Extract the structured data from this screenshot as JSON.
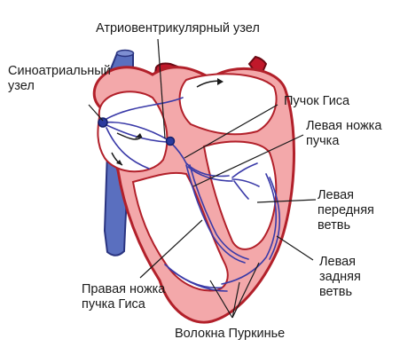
{
  "labels": {
    "av_node": "Атриовентрикулярный узел",
    "sa_node": {
      "line1": "Синоатриальный",
      "line2": "узел"
    },
    "his_bundle": "Пучок Гиса",
    "left_bundle_branch": {
      "line1": "Левая ножка",
      "line2": "пучка"
    },
    "left_anterior_branch": {
      "line1": "Левая",
      "line2": "передняя",
      "line3": "ветвь"
    },
    "left_posterior_branch": {
      "line1": "Левая",
      "line2": "задняя",
      "line3": "ветвь"
    },
    "right_bundle_branch": {
      "line1": "Правая ножка",
      "line2": "пучка Гиса"
    },
    "purkinje_fibers": "Волокна Пуркинье"
  },
  "colors": {
    "heart_wall": "#f3a8aa",
    "heart_outline": "#b2202a",
    "chamber": "#ffffff",
    "conduction": "#3a3aa8",
    "vena_cava": "#5a6fbf",
    "aorta": "#c0182a",
    "leader_line": "#1a1a1a"
  }
}
